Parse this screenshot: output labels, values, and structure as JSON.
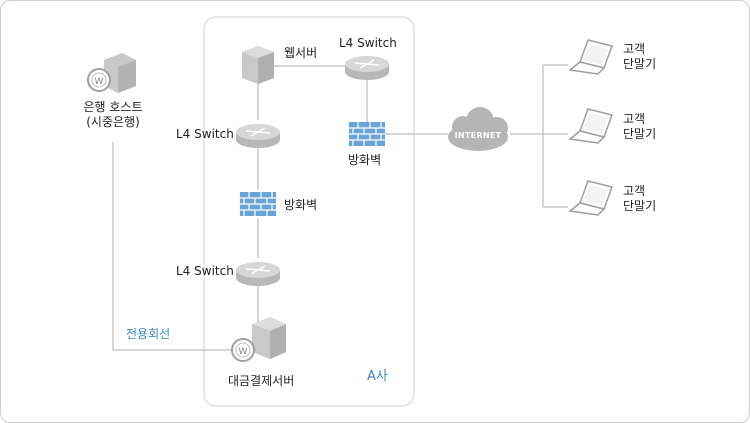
{
  "labels": {
    "bank_host_line1": "은행 호스트",
    "bank_host_line2": "(시중은행)",
    "web_server": "웹서버",
    "l4_top": "L4 Switch",
    "l4_mid": "L4 Switch",
    "l4_bottom": "L4 Switch",
    "firewall_right": "방화벽",
    "firewall_mid": "방화벽",
    "internet": "INTERNET",
    "dedicated_line": "전용회선",
    "payment_server": "대금결제서버",
    "zone": "A사",
    "client_1_line1": "고객",
    "client_1_line2": "단말기",
    "client_2_line1": "고객",
    "client_2_line2": "단말기",
    "client_3_line1": "고객",
    "client_3_line2": "단말기"
  },
  "icons": {
    "bank_host": "server-icon",
    "web_server": "server-icon",
    "payment_server": "server-icon",
    "switch": "switch-icon",
    "firewall": "firewall-icon",
    "cloud": "cloud-icon",
    "client": "laptop-icon"
  },
  "colors": {
    "line": "#c8c8c8",
    "zone_border": "#d9d9d9",
    "server": "#c9c9c9",
    "server_dark": "#9f9f9f",
    "firewall": "#6aa3d6",
    "cloud": "#b5b5b5",
    "accent_text": "#3a87c8"
  }
}
